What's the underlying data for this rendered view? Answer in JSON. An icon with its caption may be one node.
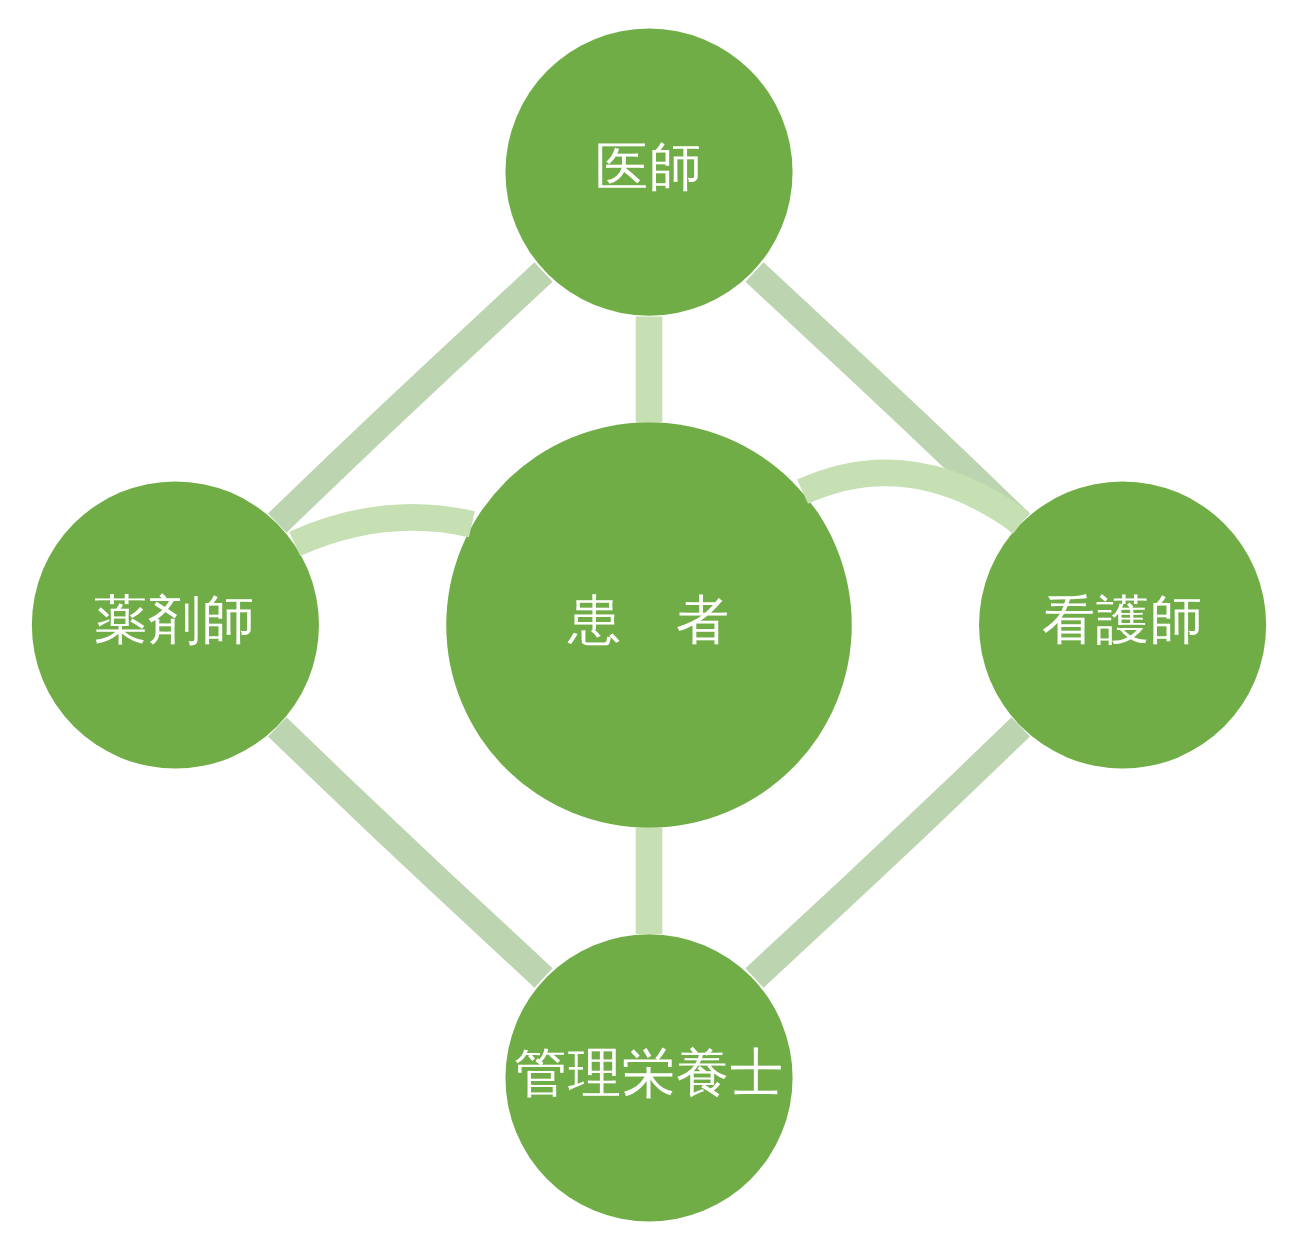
{
  "diagram": {
    "nodes": [
      {
        "text": [
          "患　者"
        ]
      },
      {
        "text": [
          "医師"
        ]
      },
      {
        "text": [
          "看護師"
        ]
      },
      {
        "text": [
          "管理栄養士"
        ]
      },
      {
        "text": [
          "薬剤師"
        ]
      }
    ],
    "edges": [
      {
        "from": 1,
        "to": 0,
        "arrow": "none"
      },
      {
        "from": 2,
        "to": 0,
        "arrow": "none"
      },
      {
        "from": 3,
        "to": 0,
        "arrow": "none"
      },
      {
        "from": 4,
        "to": 0,
        "arrow": "none"
      },
      {
        "from": 1,
        "to": 2,
        "arrow": "none",
        "color": "#bcd5b0"
      },
      {
        "from": 2,
        "to": 3,
        "arrow": "none",
        "color": "#bcd5b0"
      },
      {
        "from": 3,
        "to": 4,
        "arrow": "none",
        "color": "#bcd5b0"
      },
      {
        "from": 4,
        "to": 1,
        "arrow": "none",
        "color": "#bcd5b0"
      }
    ]
  }
}
